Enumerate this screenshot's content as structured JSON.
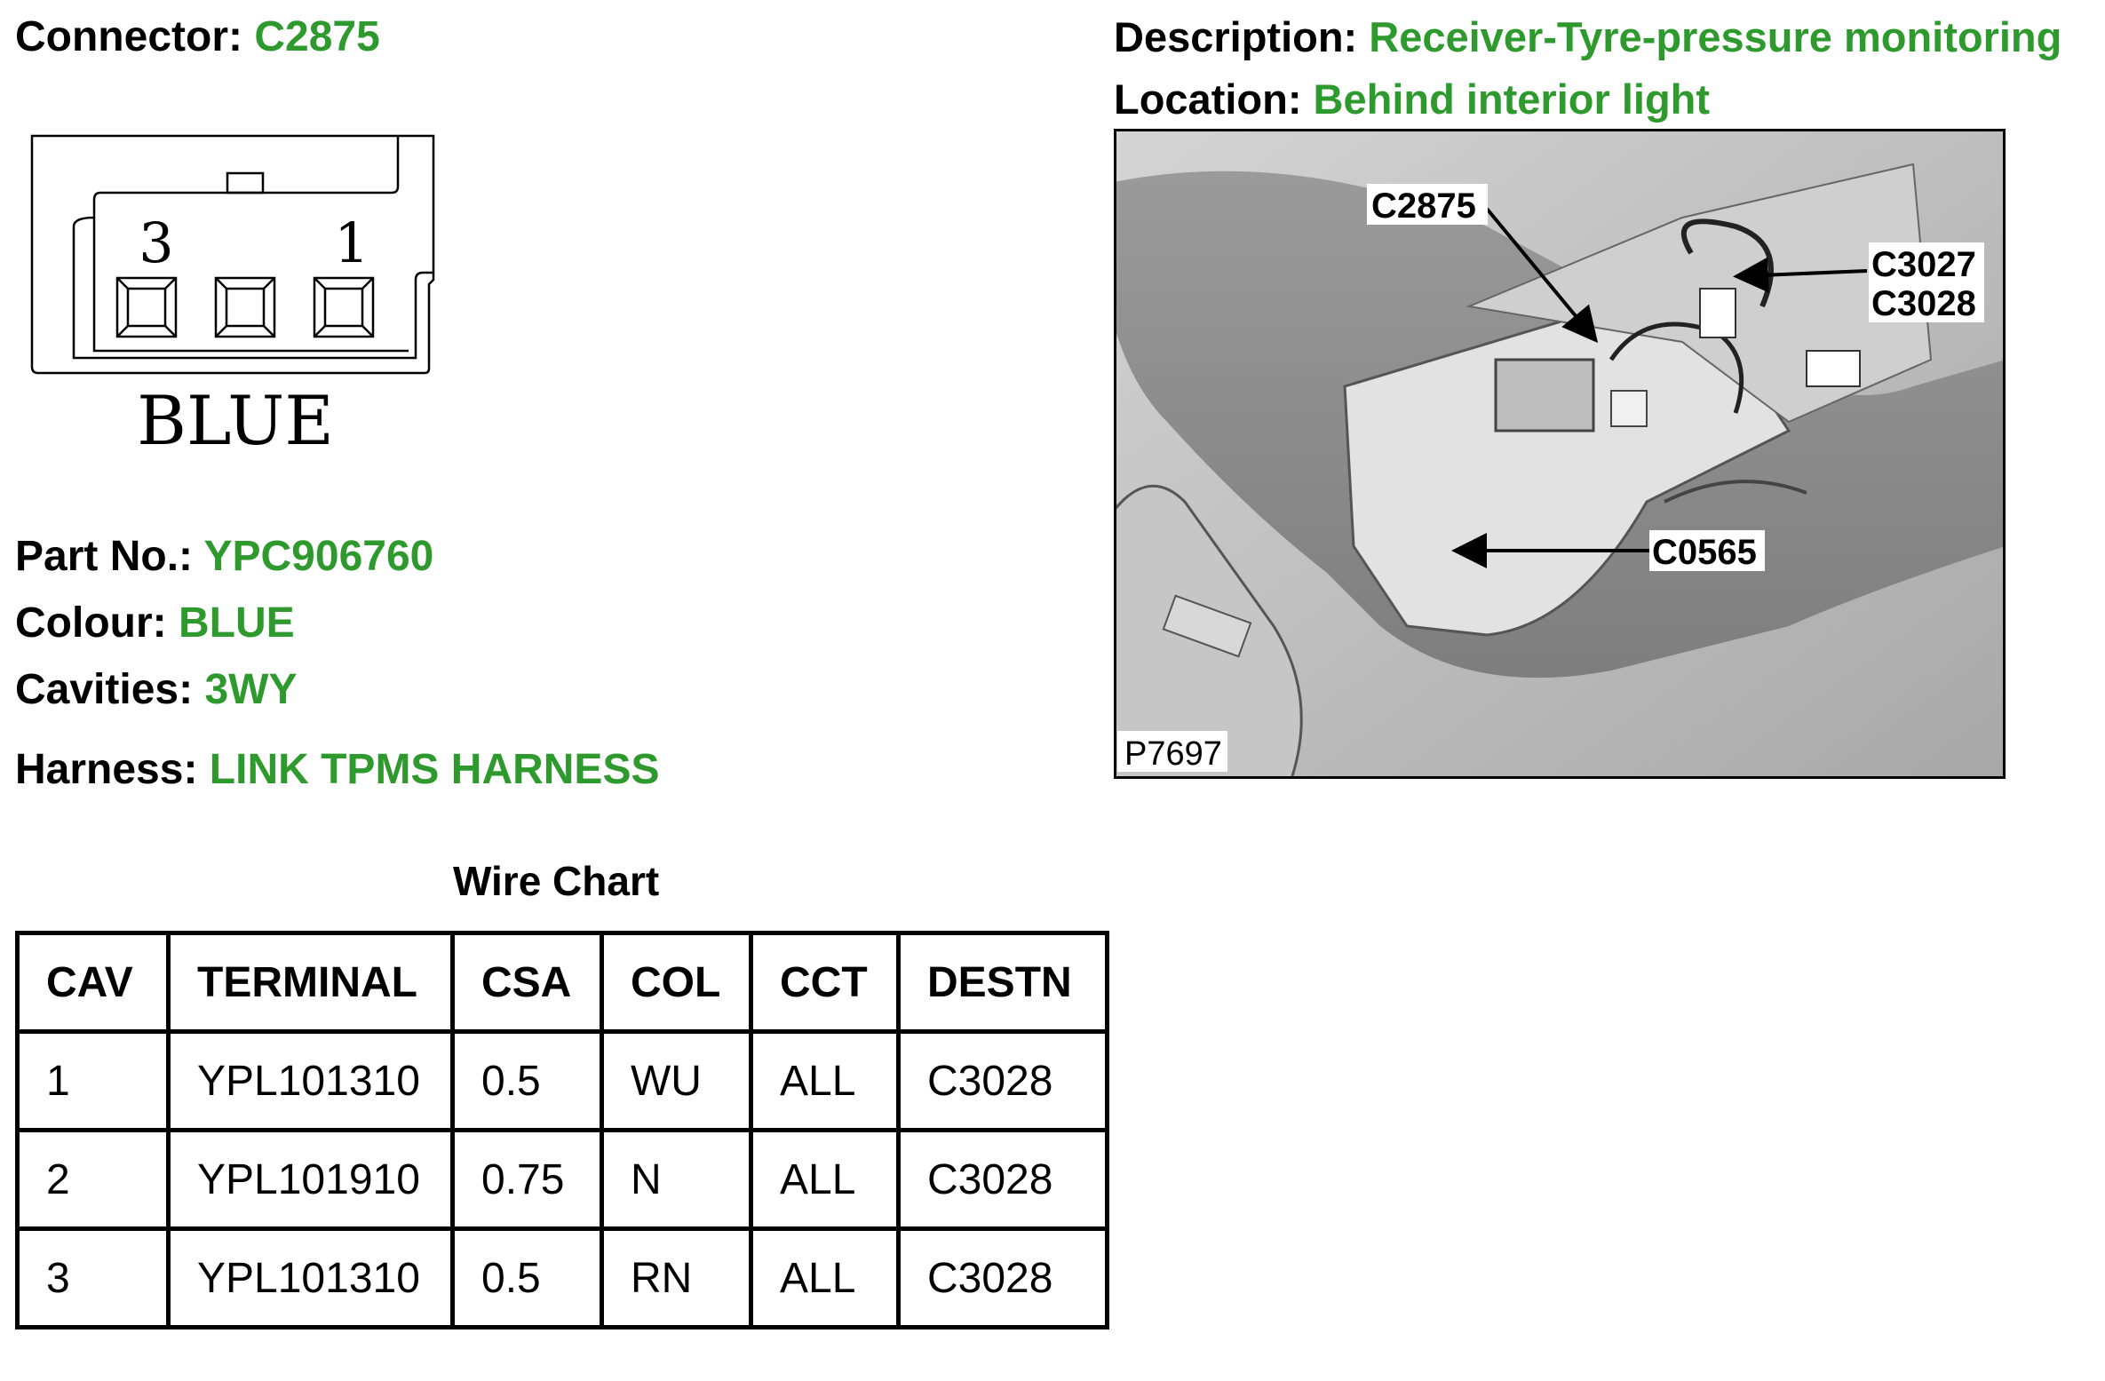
{
  "connector": {
    "label": "Connector:",
    "value": "C2875"
  },
  "description": {
    "label": "Description:",
    "value": "Receiver-Tyre-pressure monitoring"
  },
  "location": {
    "label": "Location:",
    "value": "Behind interior light"
  },
  "connector_face": {
    "pin_left": "3",
    "pin_right": "1",
    "colour_text": "BLUE"
  },
  "part_no": {
    "label": "Part No.:",
    "value": "YPC906760"
  },
  "colour": {
    "label": "Colour:",
    "value": "BLUE"
  },
  "cavities": {
    "label": "Cavities:",
    "value": "3WY"
  },
  "harness": {
    "label": "Harness:",
    "value": "LINK TPMS HARNESS"
  },
  "photo": {
    "callouts": [
      "C2875",
      "C3027",
      "C3028",
      "C0565"
    ],
    "ref": "P7697"
  },
  "wire_chart": {
    "title": "Wire Chart",
    "headers": [
      "CAV",
      "TERMINAL",
      "CSA",
      "COL",
      "CCT",
      "DESTN"
    ],
    "rows": [
      [
        "1",
        "YPL101310",
        "0.5",
        "WU",
        "ALL",
        "C3028"
      ],
      [
        "2",
        "YPL101910",
        "0.75",
        "N",
        "ALL",
        "C3028"
      ],
      [
        "3",
        "YPL101310",
        "0.5",
        "RN",
        "ALL",
        "C3028"
      ]
    ]
  }
}
